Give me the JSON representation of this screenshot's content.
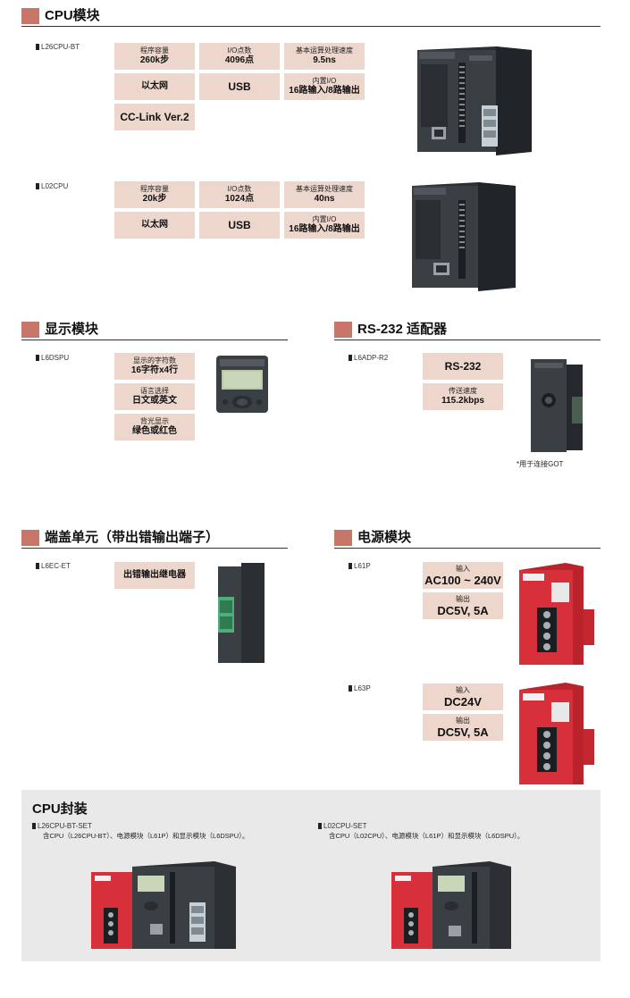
{
  "sections": {
    "cpu": "CPU模块",
    "display": "显示模块",
    "rs232": "RS-232 适配器",
    "endcover": "端盖单元（带出错输出端子）",
    "power": "电源模块",
    "package": "CPU封装"
  },
  "l26": {
    "model": "L26CPU-BT",
    "prog_label": "程序容量",
    "prog_value": "260k步",
    "io_label": "I/O点数",
    "io_value": "4096点",
    "speed_label": "基本运算处理速度",
    "speed_value": "9.5ns",
    "ethernet": "以太网",
    "usb": "USB",
    "bio_label": "内置I/O",
    "bio_value": "16路输入/8路输出",
    "cclink": "CC-Link Ver.2"
  },
  "l02": {
    "model": "L02CPU",
    "prog_label": "程序容量",
    "prog_value": "20k步",
    "io_label": "I/O点数",
    "io_value": "1024点",
    "speed_label": "基本运算处理速度",
    "speed_value": "40ns",
    "ethernet": "以太网",
    "usb": "USB",
    "bio_label": "内置I/O",
    "bio_value": "16路输入/8路输出"
  },
  "l6dspu": {
    "model": "L6DSPU",
    "chars_label": "显示的字符数",
    "chars_value": "16字符x4行",
    "lang_label": "语言选择",
    "lang_value": "日文或英文",
    "backlight_label": "背光显示",
    "backlight_value": "绿色或红色"
  },
  "l6adp": {
    "model": "L6ADP-R2",
    "type": "RS-232",
    "rate_label": "传送速度",
    "rate_value": "115.2kbps",
    "note": "*用于连接GOT"
  },
  "l6ec": {
    "model": "L6EC-ET",
    "feature": "出错输出继电器"
  },
  "l61p": {
    "model": "L61P",
    "in_label": "输入",
    "in_value": "AC100 ~ 240V",
    "out_label": "输出",
    "out_value": "DC5V, 5A"
  },
  "l63p": {
    "model": "L63P",
    "in_label": "输入",
    "in_value": "DC24V",
    "out_label": "输出",
    "out_value": "DC5V, 5A"
  },
  "pkg1": {
    "model": "L26CPU-BT-SET",
    "desc": "含CPU（L26CPU-BT）、电源模块（L61P）和显示模块（L6DSPU）。"
  },
  "pkg2": {
    "model": "L02CPU-SET",
    "desc": "含CPU（L02CPU）、电源模块（L61P）和显示模块（L6DSPU）。"
  },
  "colors": {
    "accent": "#c8756a",
    "spec_bg": "#edd7cc",
    "module_dark": "#3a3f44",
    "power_red": "#d8303a",
    "panel_gray": "#e9e9e9"
  }
}
